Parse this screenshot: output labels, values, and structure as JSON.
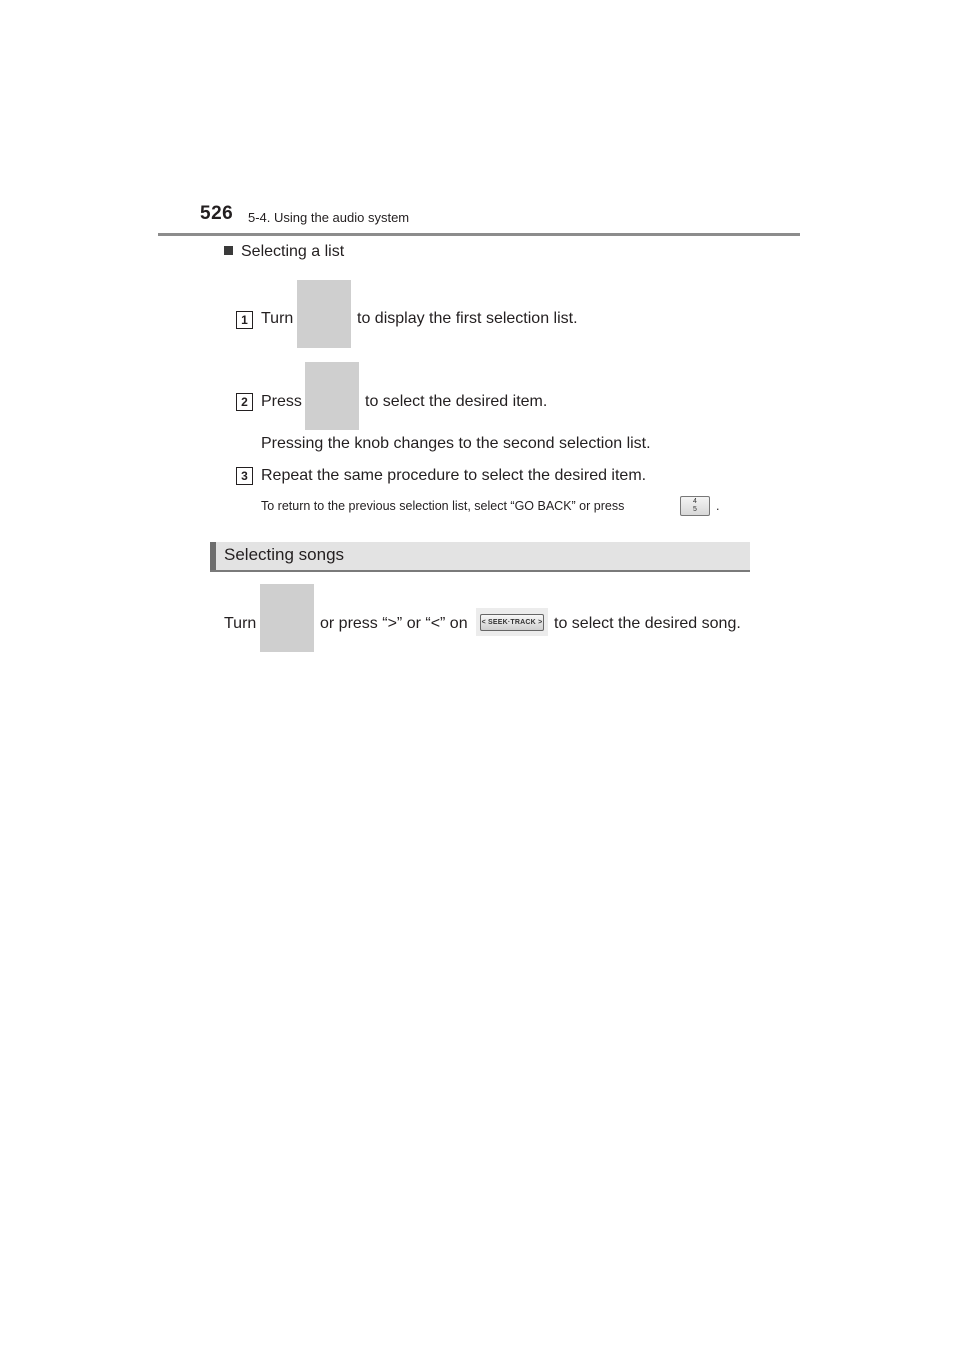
{
  "header": {
    "page_number": "526",
    "section": "5-4. Using the audio system"
  },
  "selecting_list": {
    "heading": "Selecting a list",
    "steps": [
      {
        "number": "1",
        "before": "Turn",
        "after": "to display the first selection list."
      },
      {
        "number": "2",
        "before": "Press",
        "after": "to select the desired item."
      },
      {
        "number": "3",
        "text": "Repeat the same procedure to select the desired item."
      }
    ],
    "step2_note": "Pressing the knob changes to the second selection list.",
    "return_note": "To return to the previous selection list, select “GO BACK” or press",
    "return_note_end": ".",
    "back_button_glyph_top": "4",
    "back_button_glyph_bottom": "5"
  },
  "selecting_songs": {
    "title": "Selecting songs",
    "text_part1": "Turn",
    "text_part2": "or press “>” or “<” on",
    "text_part3": "to select the desired song.",
    "seek_button_label": "< SEEK·TRACK >"
  },
  "colors": {
    "rule_gray": "#8c8c8c",
    "band_bg": "#e3e3e3",
    "placeholder_gray": "#cfcfcf"
  }
}
